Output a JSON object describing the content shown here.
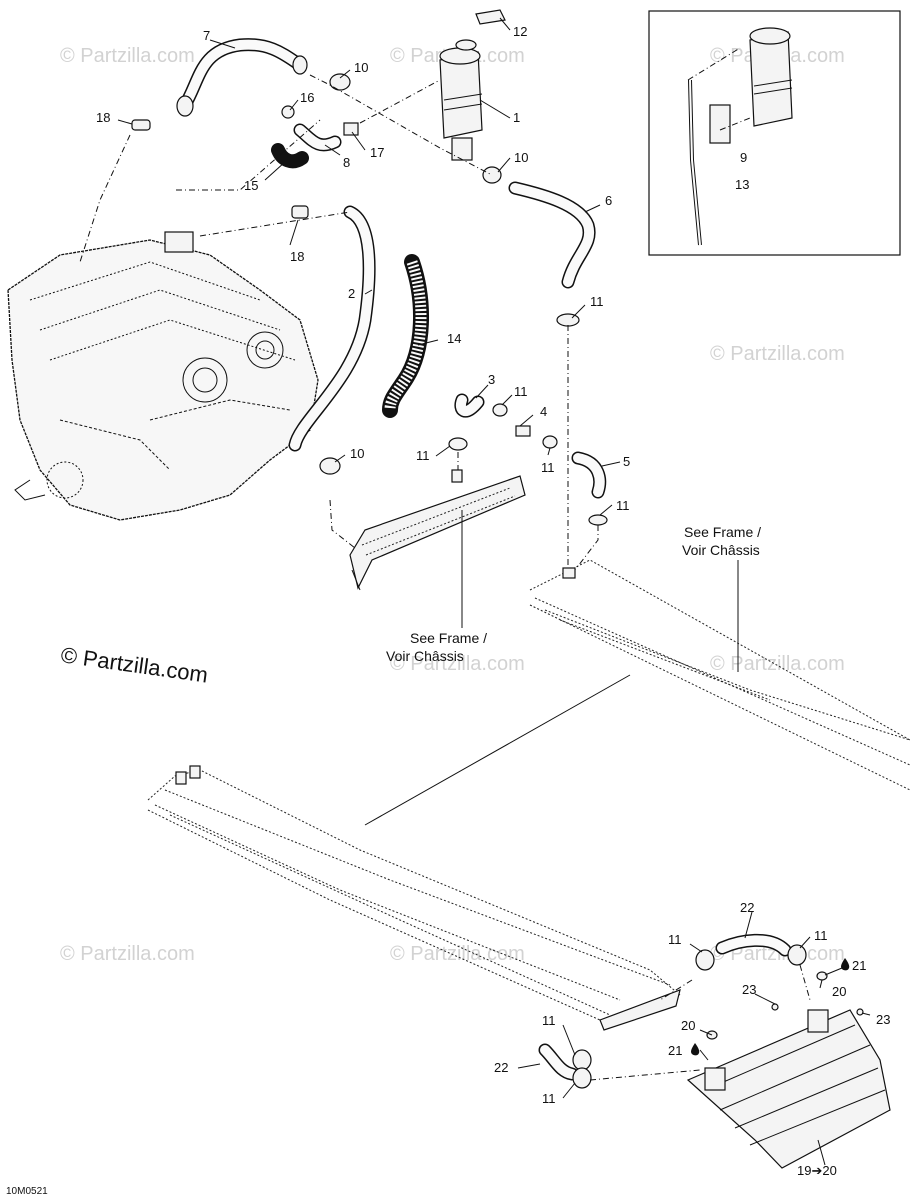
{
  "callouts": {
    "c1": "1",
    "c2": "2",
    "c3": "3",
    "c4": "4",
    "c5": "5",
    "c6": "6",
    "c7": "7",
    "c8": "8",
    "c9": "9",
    "c10a": "10",
    "c10b": "10",
    "c10c": "10",
    "c11a": "11",
    "c11b": "11",
    "c11c": "11",
    "c11d": "11",
    "c11e": "11",
    "c11f": "11",
    "c11g": "11",
    "c11h": "11",
    "c11i": "11",
    "c12": "12",
    "c13": "13",
    "c14": "14",
    "c15": "15",
    "c16": "16",
    "c17": "17",
    "c18a": "18",
    "c18b": "18",
    "c19": "19➔20",
    "c20a": "20",
    "c20b": "20",
    "c21a": "21",
    "c21b": "21",
    "c22a": "22",
    "c22b": "22",
    "c23a": "23",
    "c23b": "23"
  },
  "notes": {
    "see_frame_1_line1": "See Frame /",
    "see_frame_1_line2": "Voir Châssis",
    "see_frame_2_line1": "See Frame /",
    "see_frame_2_line2": "Voir Châssis"
  },
  "copyright": "© Partzilla.com",
  "watermark": "© Partzilla.com",
  "diagram_code": "10M0521",
  "icons": [
    "oil-drop-icon",
    "copyright-icon"
  ]
}
